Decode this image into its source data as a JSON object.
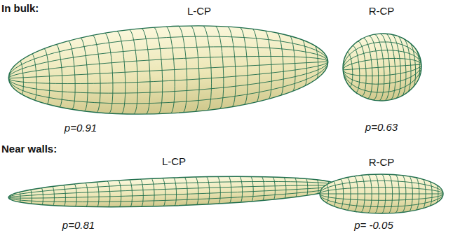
{
  "diagram": {
    "labels": [
      "In bulk:",
      "L-CP",
      "R-CP",
      "p=0.91",
      "p=0.63",
      "Near walls:",
      "L-CP",
      "R-CP",
      "p=0.81",
      "p= -0.05"
    ]
  }
}
